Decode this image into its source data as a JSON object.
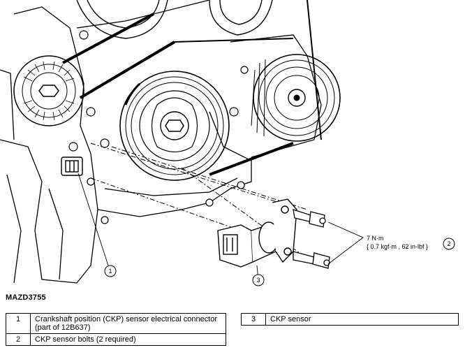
{
  "figure_id": "MAZD3755",
  "callouts": {
    "c1": "1",
    "c2": "2",
    "c3": "3"
  },
  "torque_spec": {
    "line1": "7 N·m",
    "line2": "{ 0.7 kgf·m , 62 in-lbf }"
  },
  "legend": [
    {
      "number": "1",
      "description": "Crankshaft position (CKP) sensor electrical connector (part of 12B637)"
    },
    {
      "number": "2",
      "description": "CKP sensor bolts (2 required)"
    },
    {
      "number": "3",
      "description": "CKP sensor"
    }
  ]
}
